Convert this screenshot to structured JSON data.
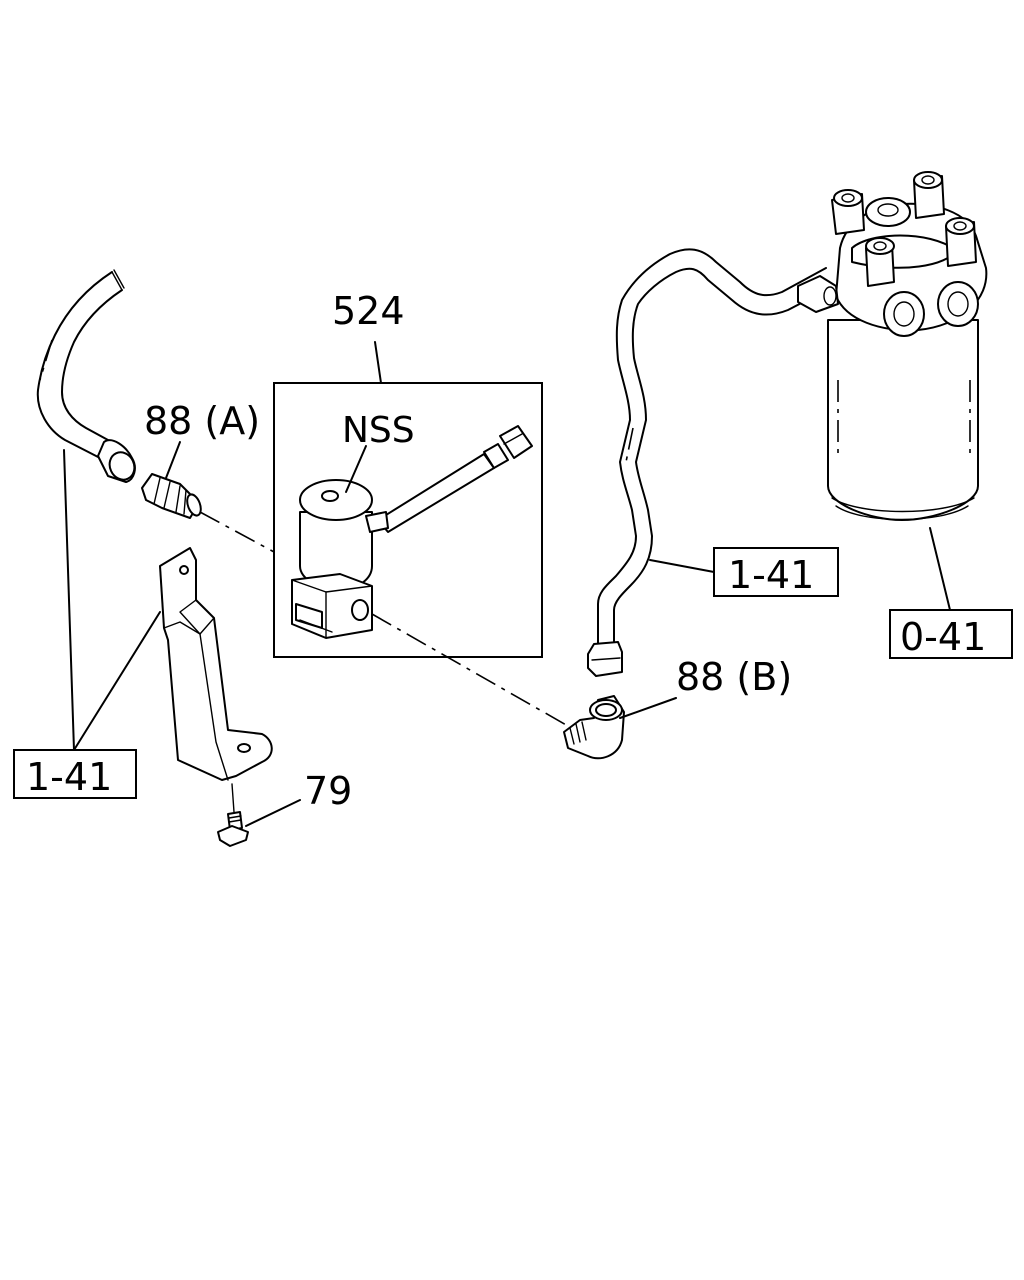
{
  "labels": {
    "group_524": "524",
    "nss": "NSS",
    "part_88a": "88 (A)",
    "part_88b": "88 (B)",
    "part_79": "79",
    "ref_left": "1-41",
    "ref_mid": "1-41",
    "ref_right": "0-41"
  }
}
